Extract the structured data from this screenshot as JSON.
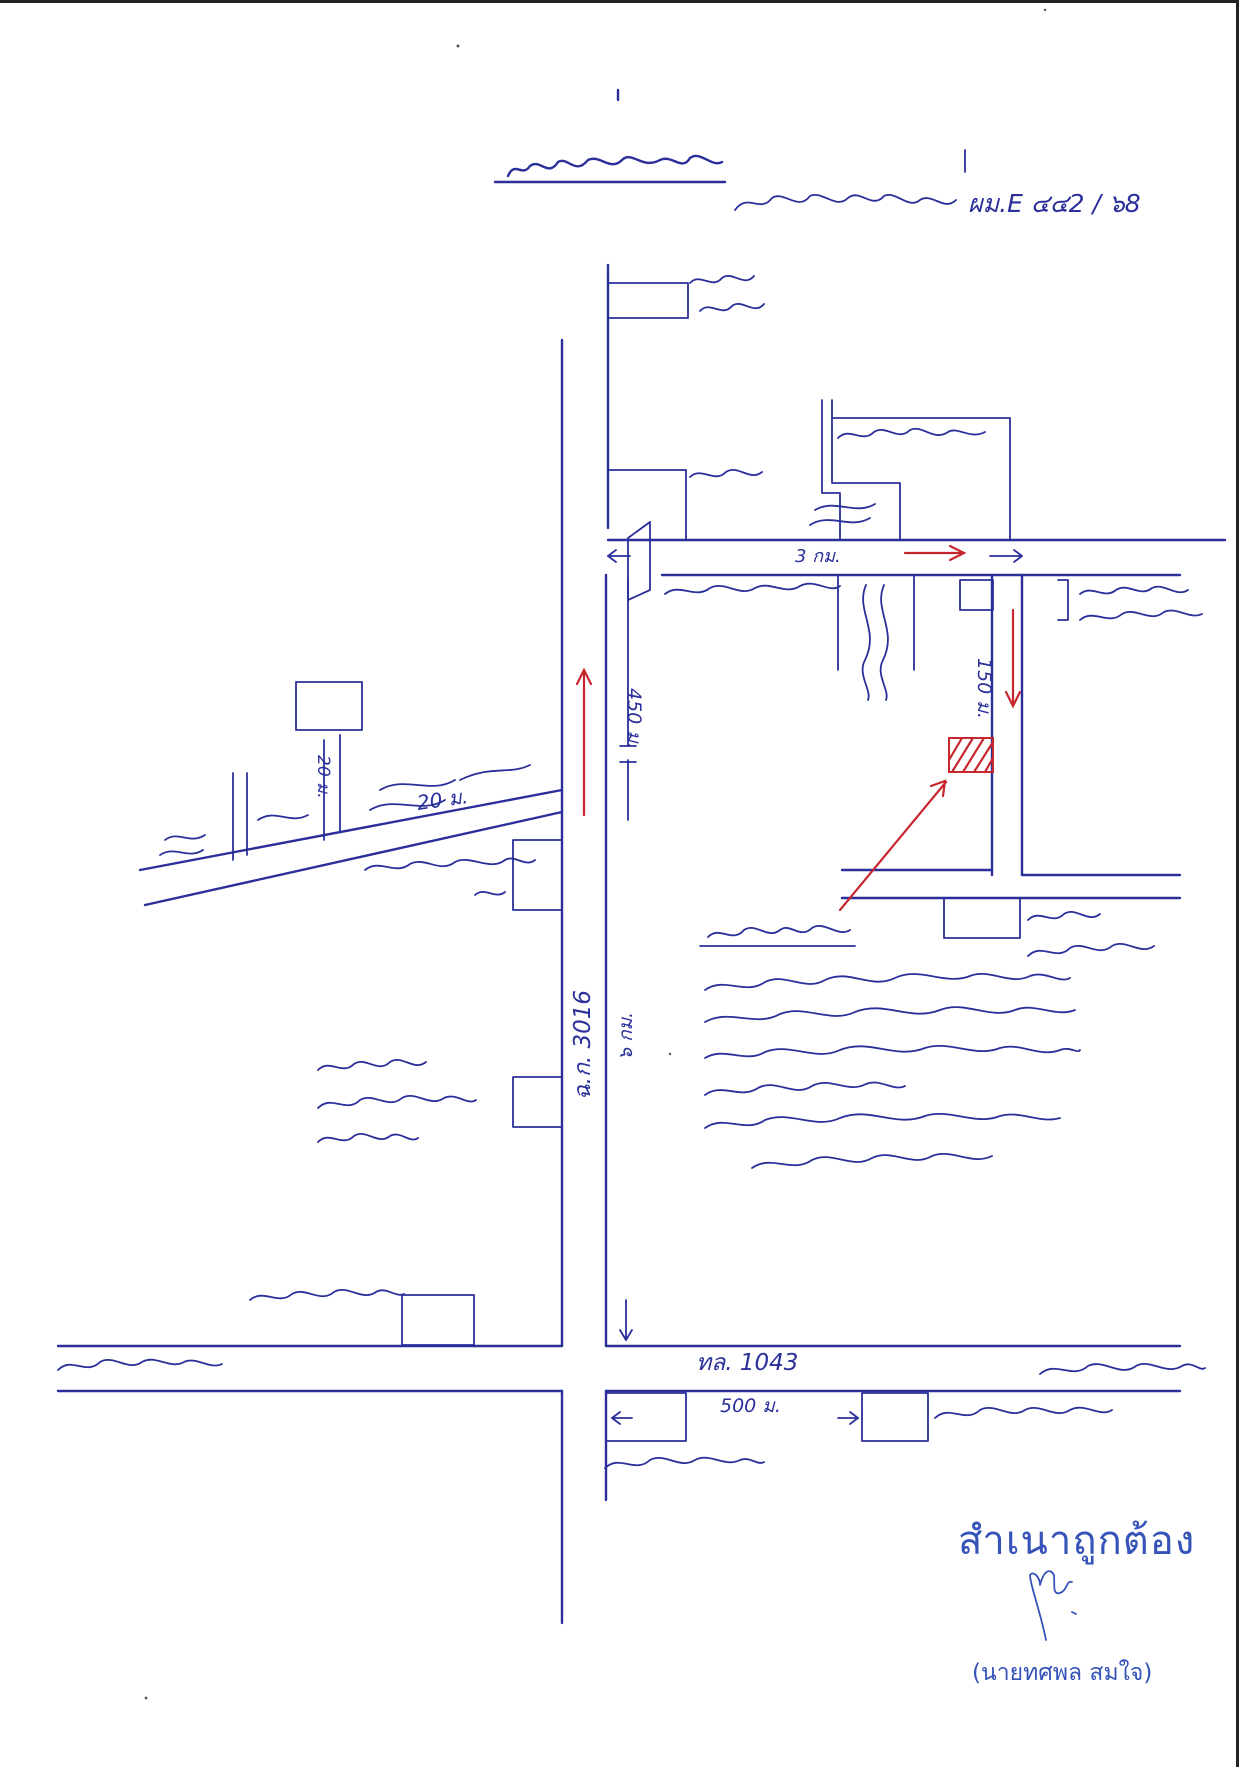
{
  "map": {
    "document_code": "ผม.E ๔๔2 / ๖8",
    "road_highway": "ทล. 1043",
    "road_rural": "ฉ.ก. 3016",
    "distances": {
      "east_road": "3 กม.",
      "north_segment": "450 ม.",
      "to_site": "150 ม.",
      "lane": "20 ม.",
      "lane_vertical": "20 ม.",
      "south_road": "500 ม.",
      "rural_distance": "๖ กม."
    }
  },
  "stamp": {
    "title": "สำเนาถูกต้อง",
    "name": "(นายทศพล สมใจ)"
  },
  "colors": {
    "ink": "#2a2f9a",
    "red_ink": "#c8262f",
    "stamp": "#3553b8"
  }
}
